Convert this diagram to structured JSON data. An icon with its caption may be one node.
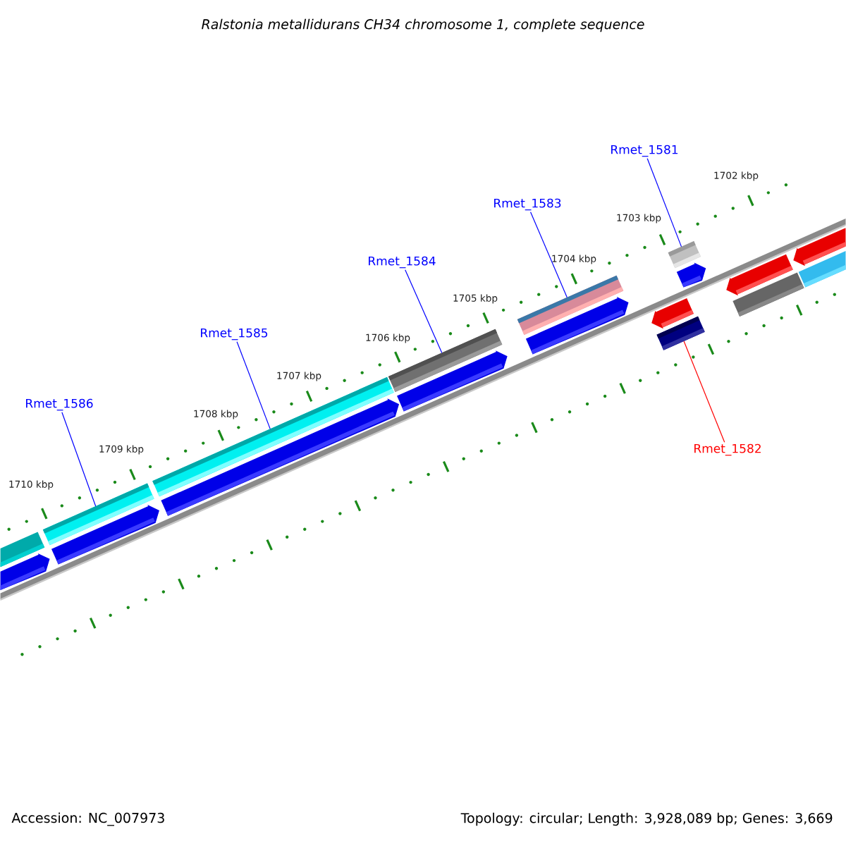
{
  "diagram": {
    "title": "Ralstonia metallidurans CH34 chromosome 1, complete sequence",
    "nodes": [
      {
        "text": [
          "Rmet_1581"
        ]
      },
      {
        "text": [
          "Rmet_1583"
        ]
      },
      {
        "text": [
          "Rmet_1584"
        ]
      },
      {
        "text": [
          "Rmet_1585"
        ]
      },
      {
        "text": [
          "Rmet_1586"
        ]
      },
      {
        "text": [
          "Rmet_1582"
        ]
      },
      {
        "text": [],
        "shape": "bar"
      },
      {
        "text": [],
        "shape": "bar"
      },
      {
        "text": [],
        "shape": "bar"
      },
      {
        "text": [],
        "shape": "bar"
      },
      {
        "text": [],
        "shape": "bar"
      },
      {
        "text": [],
        "shape": "bar"
      }
    ],
    "edges": [
      {
        "from": 0,
        "to": 10,
        "arrow": "none"
      },
      {
        "from": 1,
        "to": 9,
        "arrow": "none"
      },
      {
        "from": 2,
        "to": 8,
        "arrow": "none"
      },
      {
        "from": 3,
        "to": 7,
        "arrow": "none"
      },
      {
        "from": 4,
        "to": 6,
        "arrow": "none"
      },
      {
        "from": 5,
        "to": 11,
        "arrow": "none",
        "color": "#ff0000"
      }
    ],
    "labels": [
      "1702 kbp",
      "1703 kbp",
      "1704 kbp",
      "1705 kbp",
      "1706 kbp",
      "1707 kbp",
      "1708 kbp",
      "1709 kbp",
      "1710 kbp",
      "Accession: NC_007973",
      "Topology: circular; Length: 3,928,089 bp; Genes: 3,669"
    ]
  }
}
